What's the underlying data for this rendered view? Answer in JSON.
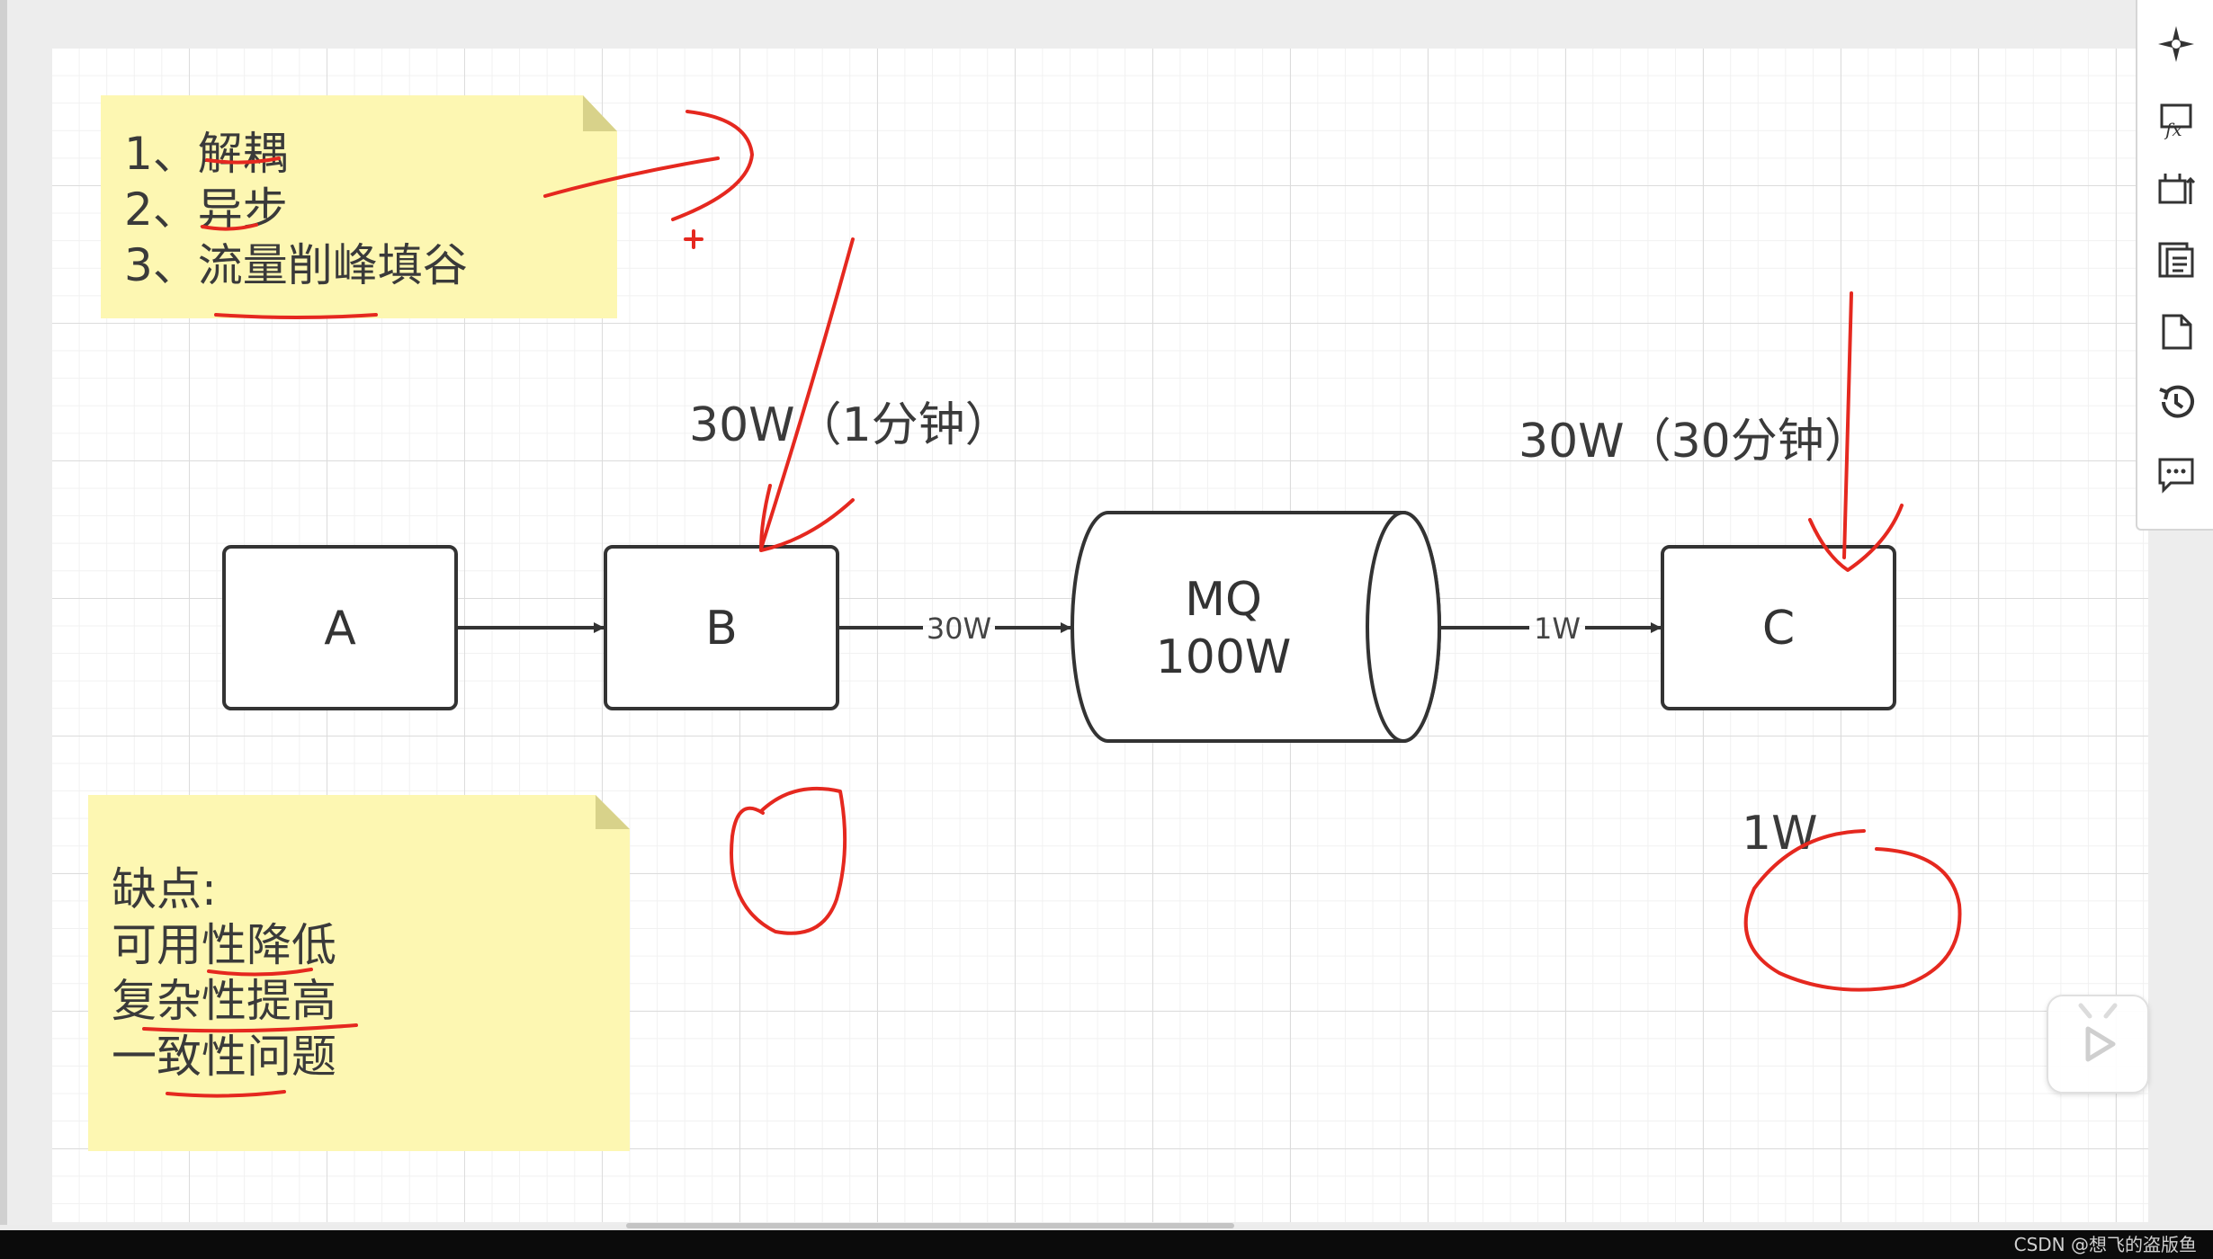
{
  "notes": {
    "top": {
      "lines": [
        "1、解耦",
        "2、异步",
        "3、流量削峰填谷"
      ]
    },
    "bottom": {
      "lines": [
        "缺点:",
        "可用性降低",
        "复杂性提高",
        "一致性问题"
      ]
    }
  },
  "nodes": {
    "a": "A",
    "b": "B",
    "mq_line1": "MQ",
    "mq_line2": "100W",
    "c": "C"
  },
  "edges": {
    "b_to_mq": "30W",
    "mq_to_c": "1W"
  },
  "annotations": {
    "b_rate": "30W（1分钟）",
    "c_rate": "30W（30分钟）",
    "c_capacity": "1W"
  },
  "colors": {
    "note_fill": "#fdf7b2",
    "note_fold": "#d8d28a",
    "stroke": "#333333",
    "pen": "#e5281f"
  },
  "toolbar": {
    "icons": [
      "navigate-icon",
      "formula-icon",
      "resize-icon",
      "pages-icon",
      "page-icon",
      "history-icon",
      "comment-icon"
    ]
  },
  "watermark": "CSDN @想飞的盗版鱼"
}
